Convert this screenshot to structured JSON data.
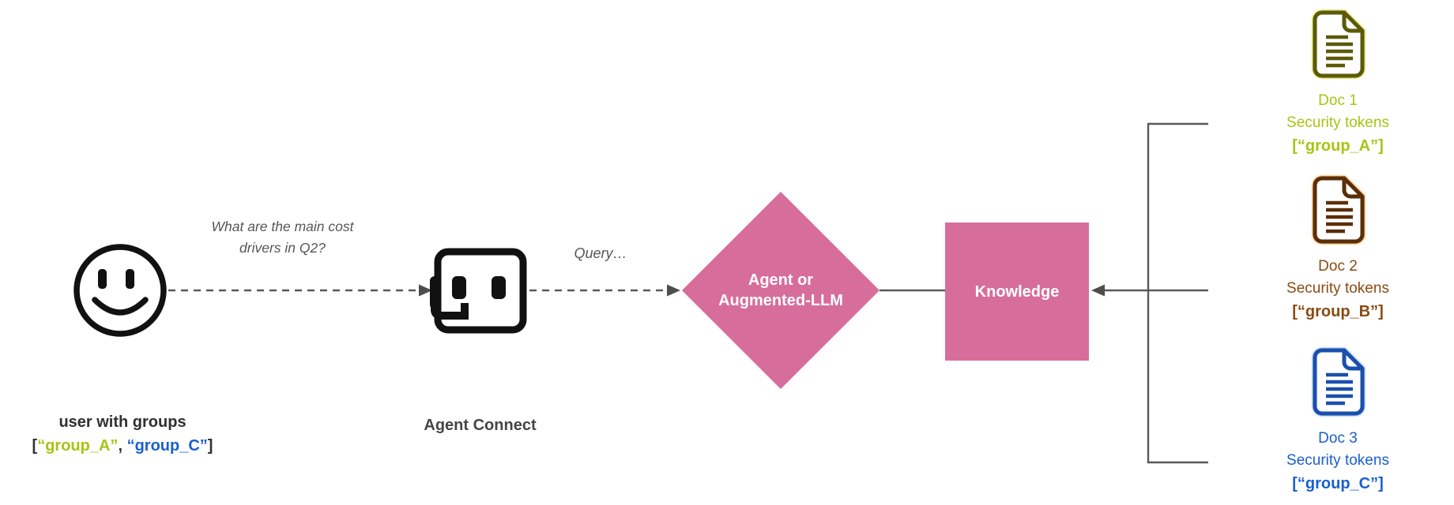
{
  "colors": {
    "pink": "#d76d9b",
    "line": "#595959",
    "arrowhead": "#4d4d4d",
    "dark_text": "#303030",
    "label_gray": "#454545",
    "annotation_gray": "#565656",
    "group_a_green": "#a9c314",
    "group_b_brown": "#8a4a12",
    "group_c_blue": "#1a5fd0",
    "doc1_icon_stroke": "#5c5a08",
    "doc1_icon_glow": "#c9d426",
    "doc2_icon_stroke": "#5a2e08",
    "doc2_icon_glow": "#ef9d3a",
    "doc3_icon_stroke": "#1b4fae",
    "doc3_icon_glow": "#8ab4ea"
  },
  "user": {
    "title": "user with groups",
    "bracket_open": "[",
    "group_a": "“group_A”",
    "separator": ", ",
    "group_c": "“group_C”",
    "bracket_close": "]"
  },
  "messages": {
    "question_line1": "What are the main cost",
    "question_line2": "drivers in Q2?",
    "query": "Query…"
  },
  "agent_connect": {
    "label": "Agent Connect"
  },
  "diamond": {
    "line1": "Agent or",
    "line2": "Augmented-LLM"
  },
  "knowledge": {
    "label": "Knowledge"
  },
  "docs": [
    {
      "name": "Doc 1",
      "subtitle": "Security tokens",
      "tokens": "[“group_A”]"
    },
    {
      "name": "Doc 2",
      "subtitle": "Security tokens",
      "tokens": "[“group_B”]"
    },
    {
      "name": "Doc 3",
      "subtitle": "Security tokens",
      "tokens": "[“group_C”]"
    }
  ],
  "icons": {
    "user": "smiley-face-icon",
    "agent": "robot-headset-icon",
    "doc": "document-icon"
  }
}
